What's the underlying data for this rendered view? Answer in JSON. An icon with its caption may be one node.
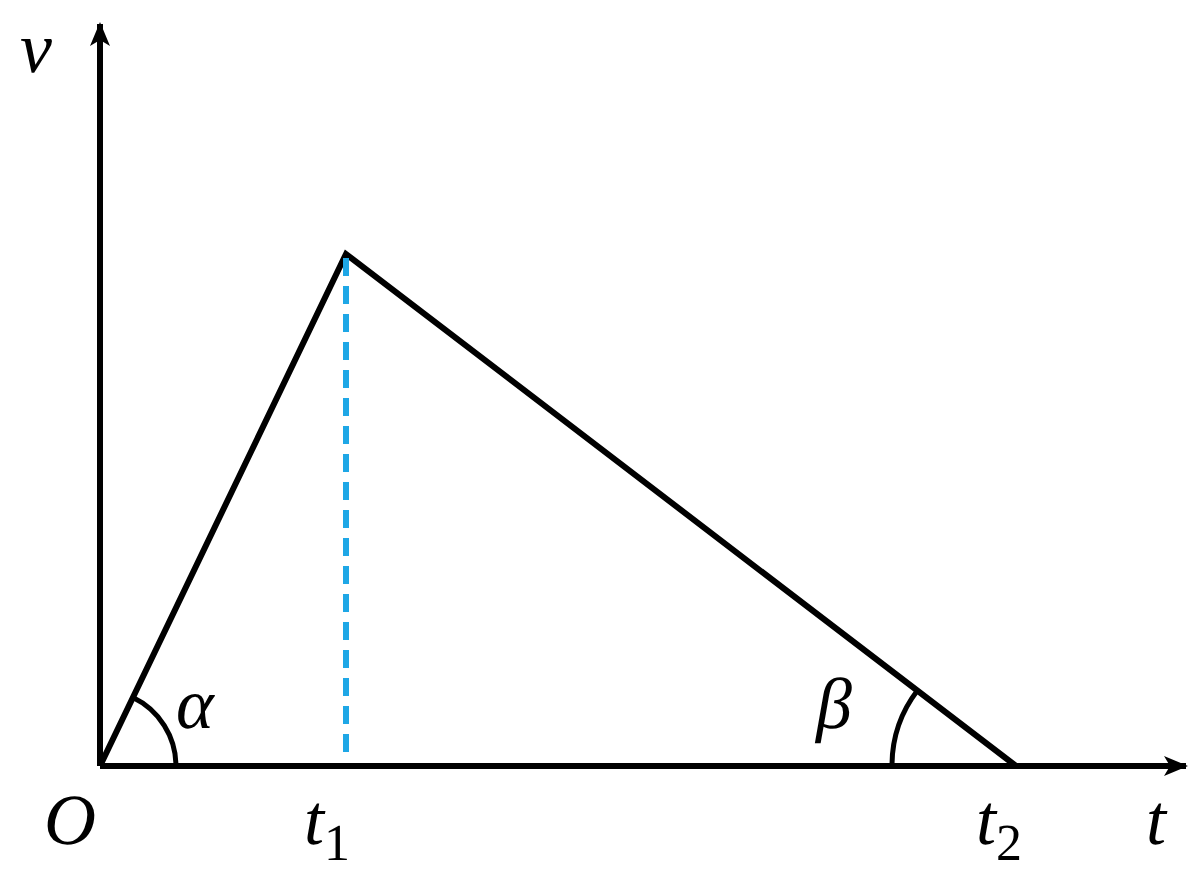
{
  "diagram": {
    "labels": [
      "v",
      "α",
      "β",
      "O",
      "*t*$_{1}$",
      "*t*$_{2}$",
      "t"
    ]
  }
}
